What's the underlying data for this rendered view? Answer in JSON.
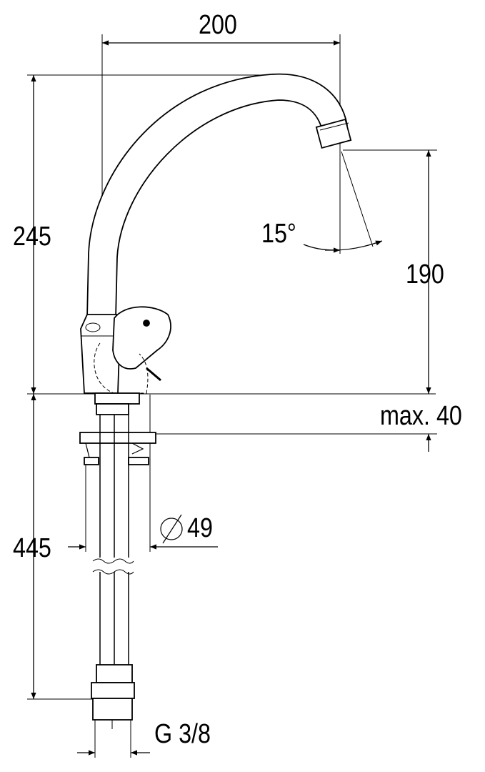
{
  "drawing": {
    "title": "Faucet dimension drawing",
    "dimensions": {
      "spout_reach": "200",
      "height_above_counter": "245",
      "spout_angle": "15°",
      "spout_outlet_height": "190",
      "max_counter_thickness": "max. 40",
      "hole_diameter": "49",
      "hose_length": "445",
      "connection_thread": "G 3/8"
    }
  }
}
